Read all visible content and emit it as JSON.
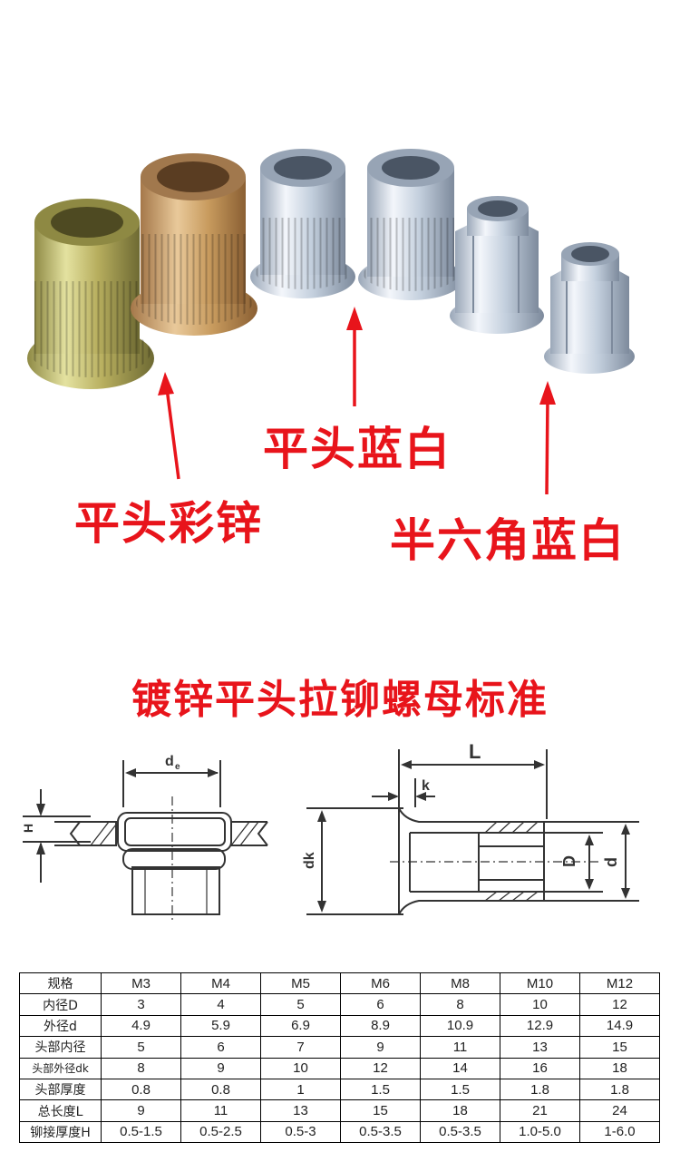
{
  "product_labels": {
    "flat_head_blue_white": "平头蓝白",
    "flat_head_color_zinc": "平头彩锌",
    "half_hex_blue_white": "半六角蓝白"
  },
  "section_title": "镀锌平头拉铆螺母标准",
  "drawing_labels": {
    "dk_top": "d",
    "dk_sub": "e",
    "H": "H",
    "L": "L",
    "k": "k",
    "dk": "dk",
    "D": "D",
    "d": "d"
  },
  "spec_table": {
    "header": [
      "规格",
      "M3",
      "M4",
      "M5",
      "M6",
      "M8",
      "M10",
      "M12"
    ],
    "rows": [
      [
        "内径D",
        "3",
        "4",
        "5",
        "6",
        "8",
        "10",
        "12"
      ],
      [
        "外径d",
        "4.9",
        "5.9",
        "6.9",
        "8.9",
        "10.9",
        "12.9",
        "14.9"
      ],
      [
        "头部内径",
        "5",
        "6",
        "7",
        "9",
        "11",
        "13",
        "15"
      ],
      [
        "头部外径dk",
        "8",
        "9",
        "10",
        "12",
        "14",
        "16",
        "18"
      ],
      [
        "头部厚度",
        "0.8",
        "0.8",
        "1",
        "1.5",
        "1.5",
        "1.8",
        "1.8"
      ],
      [
        "总长度L",
        "9",
        "11",
        "13",
        "15",
        "18",
        "21",
        "24"
      ],
      [
        "铆接厚度H",
        "0.5-1.5",
        "0.5-2.5",
        "0.5-3",
        "0.5-3.5",
        "0.5-3.5",
        "1.0-5.0",
        "1-6.0"
      ]
    ]
  },
  "colors": {
    "label_red": "#e8141b",
    "zinc_blue_white": "#c9d6e4",
    "color_zinc": "#cdb66a"
  }
}
